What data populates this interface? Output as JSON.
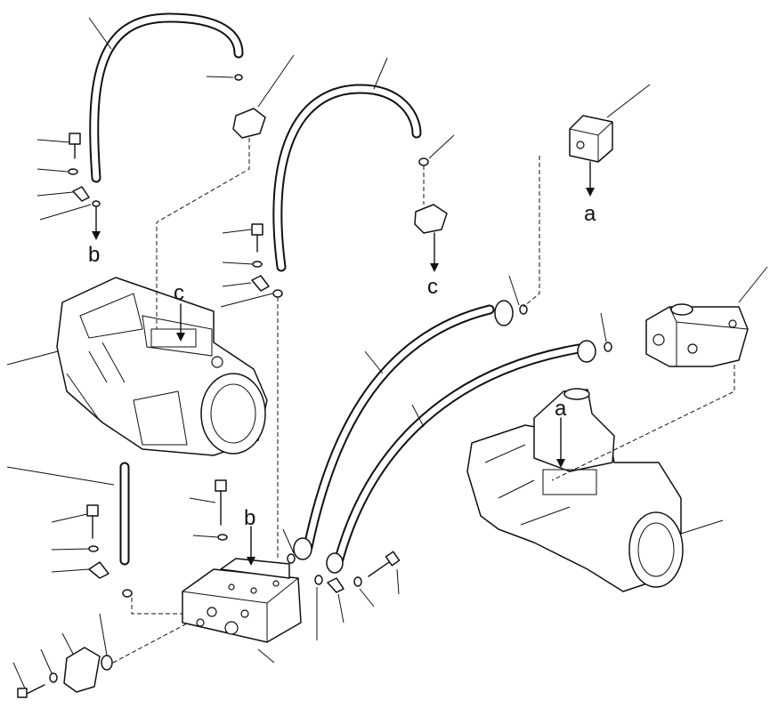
{
  "diagram": {
    "labels": {
      "a_top": "a",
      "a_pump": "a",
      "b_upper": "b",
      "b_lower": "b",
      "c_pump": "c",
      "c_hose": "c"
    }
  }
}
